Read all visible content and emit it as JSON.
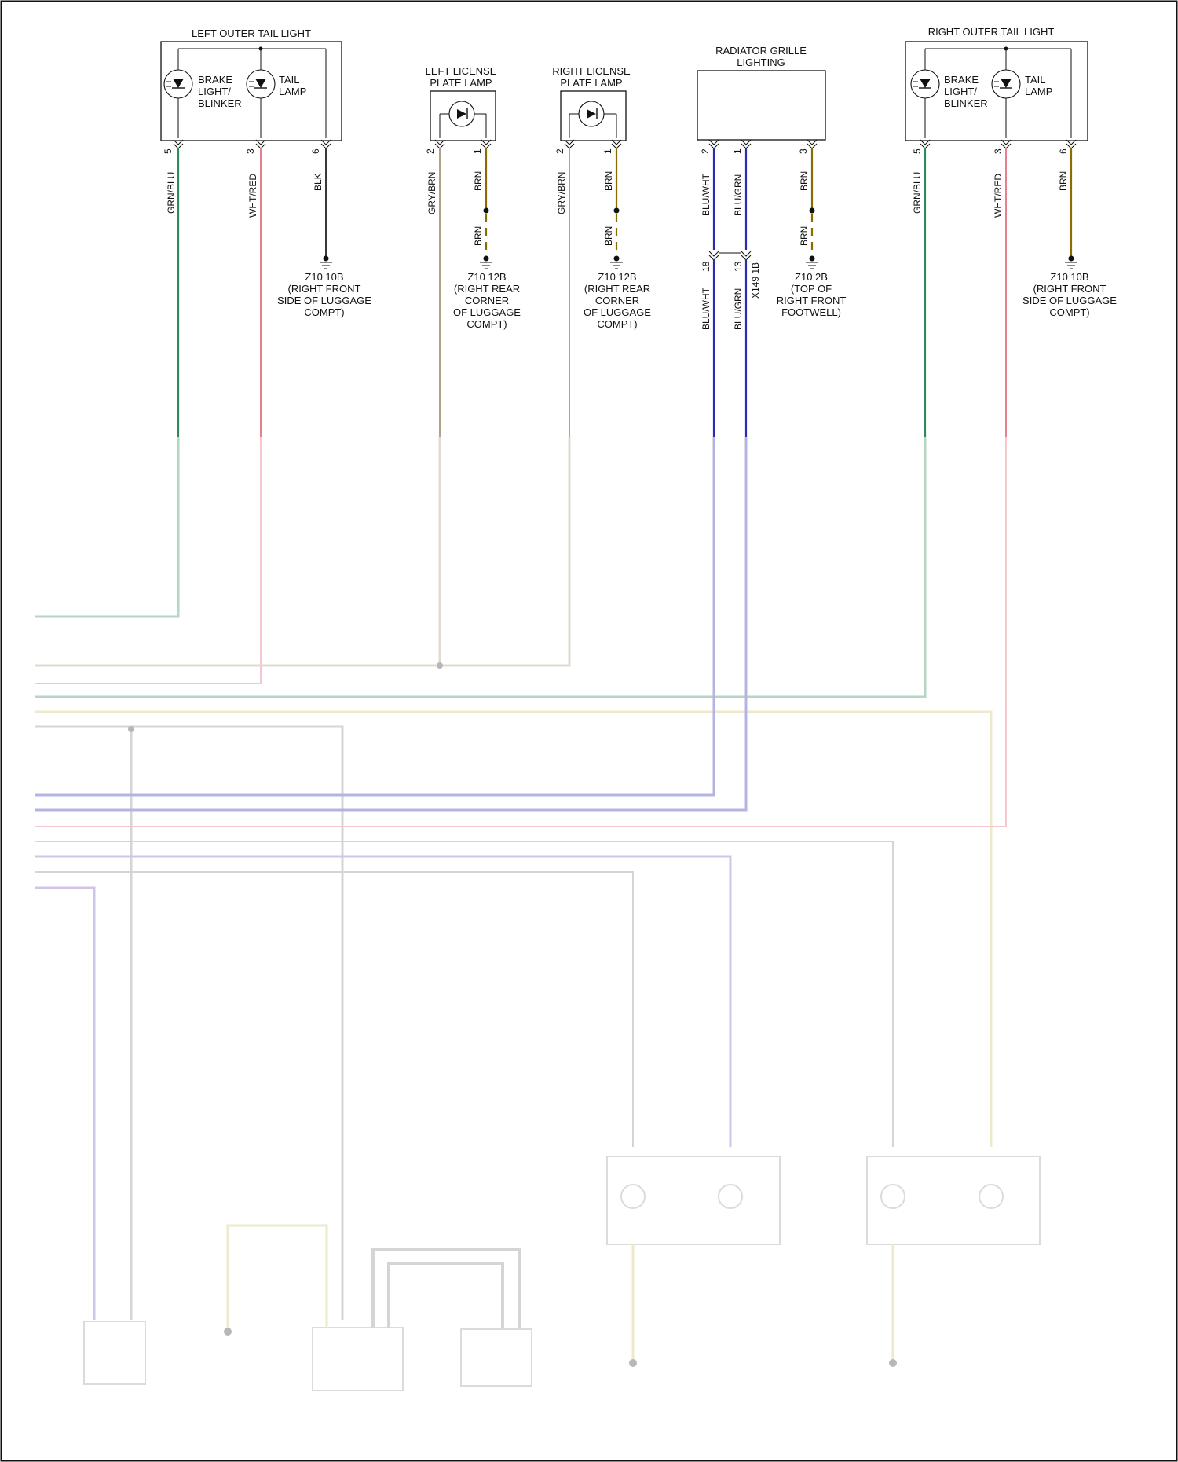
{
  "components": {
    "left_tail": {
      "title": "LEFT OUTER TAIL LIGHT",
      "brake": [
        "BRAKE",
        "LIGHT/",
        "BLINKER"
      ],
      "tail": [
        "TAIL",
        "LAMP"
      ]
    },
    "left_license": {
      "title": [
        "LEFT LICENSE",
        "PLATE LAMP"
      ]
    },
    "right_license": {
      "title": [
        "RIGHT LICENSE",
        "PLATE LAMP"
      ]
    },
    "grille": {
      "title": [
        "RADIATOR GRILLE",
        "LIGHTING"
      ]
    },
    "right_tail": {
      "title": "RIGHT OUTER TAIL LIGHT",
      "brake": [
        "BRAKE",
        "LIGHT/",
        "BLINKER"
      ],
      "tail": [
        "TAIL",
        "LAMP"
      ]
    }
  },
  "pins": {
    "lt_5": "5",
    "lt_3": "3",
    "lt_6": "6",
    "ll_2": "2",
    "ll_1": "1",
    "rl_2": "2",
    "rl_1": "1",
    "gr_2": "2",
    "gr_1": "1",
    "gr_3": "3",
    "rt_5": "5",
    "rt_3": "3",
    "rt_6": "6",
    "conn_18": "18",
    "conn_13": "13",
    "conn_name": "X149 1B"
  },
  "wires": {
    "lt_5": "GRN/BLU",
    "lt_3": "WHT/RED",
    "lt_6": "BLK",
    "ll_2": "GRY/BRN",
    "ll_1": "BRN",
    "ll_1b": "BRN",
    "rl_2": "GRY/BRN",
    "rl_1": "BRN",
    "rl_1b": "BRN",
    "gr_2": "BLU/WHT",
    "gr_1": "BLU/GRN",
    "gr_3": "BRN",
    "gr_3b": "BRN",
    "gr_2b": "BLU/WHT",
    "gr_1b": "BLU/GRN",
    "rt_5": "GRN/BLU",
    "rt_3": "WHT/RED",
    "rt_6": "BRN"
  },
  "grounds": {
    "g1": [
      "Z10 10B",
      "(RIGHT FRONT",
      "SIDE OF LUGGAGE",
      "COMPT)"
    ],
    "g2": [
      "Z10 12B",
      "(RIGHT REAR",
      "CORNER",
      "OF LUGGAGE",
      "COMPT)"
    ],
    "g3": [
      "Z10 12B",
      "(RIGHT REAR",
      "CORNER",
      "OF LUGGAGE",
      "COMPT)"
    ],
    "g4": [
      "Z10 2B",
      "(TOP OF",
      "RIGHT FRONT",
      "FOOTWELL)"
    ],
    "g5": [
      "Z10 10B",
      "(RIGHT FRONT",
      "SIDE OF LUGGAGE",
      "COMPT)"
    ]
  },
  "colors": {
    "grn_blu": "#2e8b57",
    "wht_red": "#e06070",
    "blk": "#222222",
    "gry_brn": "#a89a78",
    "brn": "#8a6d00",
    "blu": "#2b2bb0",
    "yel": "#c9c46a",
    "gry": "#8a8a8a",
    "purple": "#7a5cc0"
  }
}
